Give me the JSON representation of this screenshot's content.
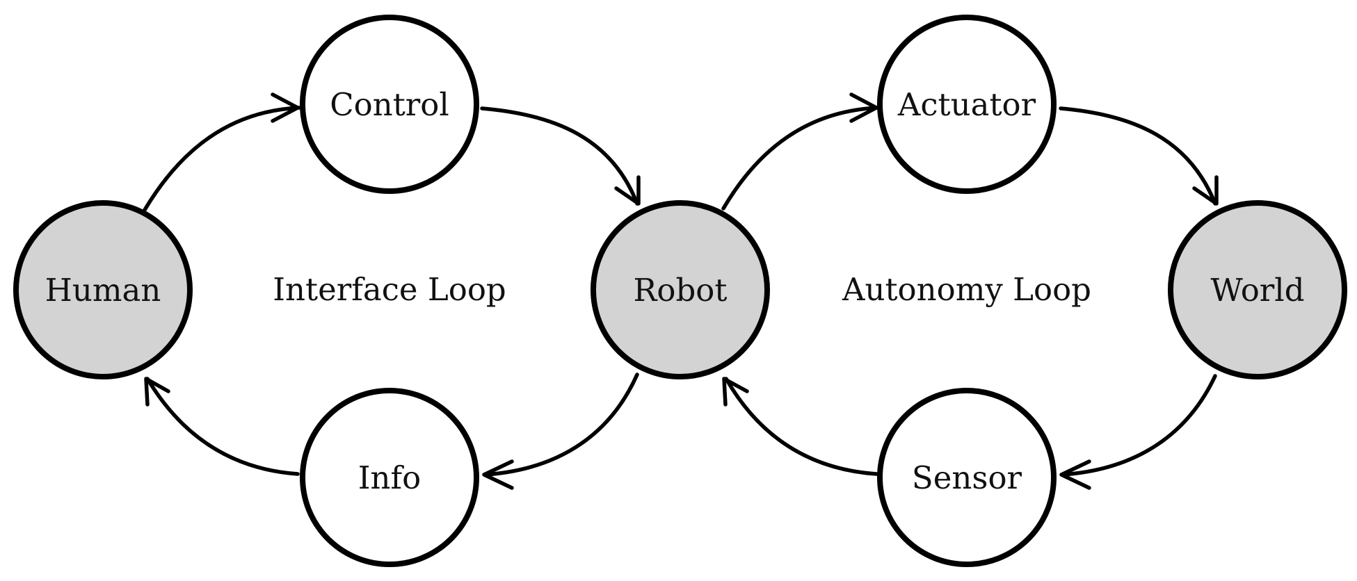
{
  "colors": {
    "stroke": "#000000",
    "agent_fill": "#d3d3d3",
    "process_fill": "#ffffff",
    "text": "#111111"
  },
  "nodes": {
    "human": "Human",
    "control": "Control",
    "robot": "Robot",
    "info": "Info",
    "actuator": "Actuator",
    "world": "World",
    "sensor": "Sensor"
  },
  "loops": {
    "interface": "Interface Loop",
    "autonomy": "Autonomy Loop"
  },
  "edges": [
    {
      "from": "Human",
      "to": "Control"
    },
    {
      "from": "Control",
      "to": "Robot"
    },
    {
      "from": "Robot",
      "to": "Info"
    },
    {
      "from": "Info",
      "to": "Human"
    },
    {
      "from": "Robot",
      "to": "Actuator"
    },
    {
      "from": "Actuator",
      "to": "World"
    },
    {
      "from": "World",
      "to": "Sensor"
    },
    {
      "from": "Sensor",
      "to": "Robot"
    }
  ]
}
